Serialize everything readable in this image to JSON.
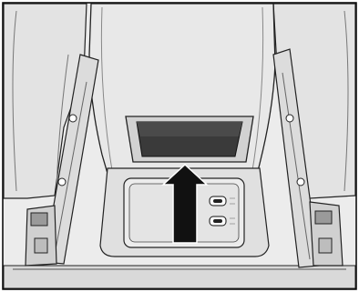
{
  "figure": {
    "subject": "rear-center-console-storage-bin-illustration",
    "callout": "arrow-pointing-to-storage-bin",
    "ports": [
      "usb-c-port",
      "usb-c-port"
    ]
  },
  "colors": {
    "frame": "#000000",
    "fill_light": "#e6e6e6",
    "fill_mid": "#d6d6d6",
    "fill_dark": "#3a3a3a",
    "arrow": "#111111"
  }
}
